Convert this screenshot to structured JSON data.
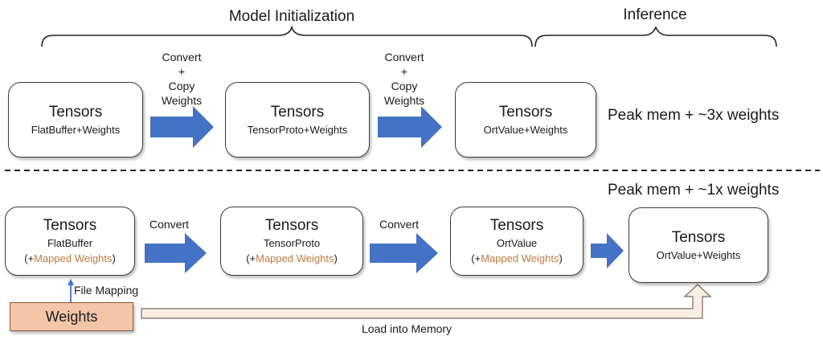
{
  "colors": {
    "arrow": "#4472c4",
    "mapped": "#c07a3e",
    "weights_fill": "#f3c6a8"
  },
  "header": {
    "model_init": "Model Initialization",
    "inference": "Inference"
  },
  "top_row": {
    "arrow_label_1": [
      "Convert",
      "+",
      "Copy",
      "Weights"
    ],
    "arrow_label_2": [
      "Convert",
      "+",
      "Copy",
      "Weights"
    ],
    "boxes": [
      {
        "title": "Tensors",
        "sub": "FlatBuffer+Weights"
      },
      {
        "title": "Tensors",
        "sub": "TensorProto+Weights"
      },
      {
        "title": "Tensors",
        "sub": "OrtValue+Weights"
      }
    ],
    "peak": "Peak mem + ~3x weights"
  },
  "bottom_row": {
    "peak": "Peak mem + ~1x weights",
    "arrow_label_1": "Convert",
    "arrow_label_2": "Convert",
    "boxes": [
      {
        "title": "Tensors",
        "sub": "FlatBuffer",
        "paren_open": "(+",
        "mapped": "Mapped Weights",
        "paren_close": ")"
      },
      {
        "title": "Tensors",
        "sub": "TensorProto",
        "paren_open": "(+",
        "mapped": "Mapped Weights",
        "paren_close": ")"
      },
      {
        "title": "Tensors",
        "sub": "OrtValue",
        "paren_open": "(+",
        "mapped": "Mapped Weights",
        "paren_close": ")"
      },
      {
        "title": "Tensors",
        "sub": "OrtValue+Weights"
      }
    ],
    "file_mapping": "File Mapping",
    "weights": "Weights",
    "load_into_memory": "Load into Memory"
  }
}
